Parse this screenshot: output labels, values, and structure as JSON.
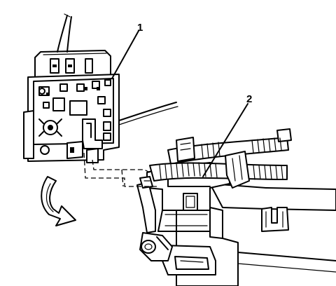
{
  "callouts": [
    {
      "number": "1",
      "target": "switch-module"
    },
    {
      "number": "2",
      "target": "connector-latch"
    }
  ],
  "colors": {
    "line": "#000000",
    "background": "#ffffff"
  }
}
